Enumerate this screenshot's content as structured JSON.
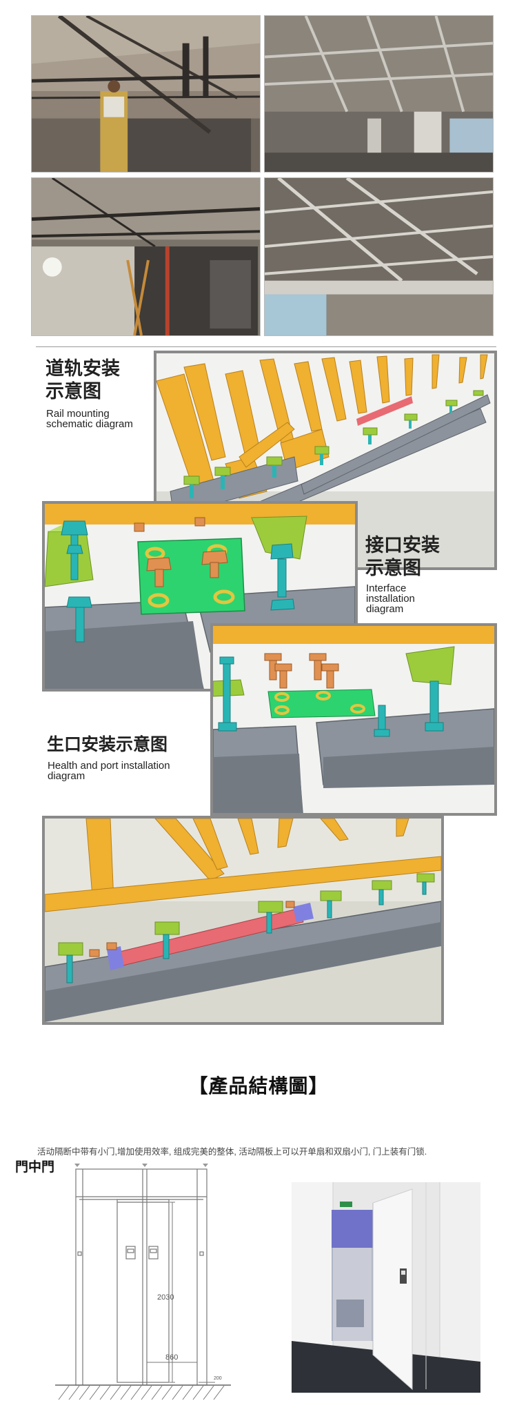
{
  "rail_mounting": {
    "title_line1": "道轨安装",
    "title_line2": "示意图",
    "subtitle_line1": "Rail mounting",
    "subtitle_line2": "schematic diagram"
  },
  "interface_installation": {
    "title_line1": "接口安装",
    "title_line2": "示意图",
    "subtitle_line1": "Interface",
    "subtitle_line2": "installation",
    "subtitle_line3": "diagram"
  },
  "port_installation": {
    "title": "生口安装示意图",
    "subtitle_line1": "Health and port installation",
    "subtitle_line2": "diagram"
  },
  "product_structure": {
    "title": "【產品結構圖】",
    "description": "活动隔断中带有小门,增加使用效率, 组成完美的整体, 活动隔板上可以开单扇和双扇小门, 门上装有门锁."
  },
  "door_in_door": {
    "label": "門中門",
    "dim_height": "2030",
    "dim_width": "860",
    "dim_side": "200"
  },
  "colors": {
    "beam_yellow": "#f0b030",
    "rail_gray": "#8c939c",
    "bolt_teal": "#2ab5b5",
    "bracket_green": "#9ccc3c",
    "plate_green": "#2dd36f",
    "nut_orange": "#e09050",
    "channel_pink": "#e86a72",
    "divider_gray": "#9a9a9a"
  }
}
